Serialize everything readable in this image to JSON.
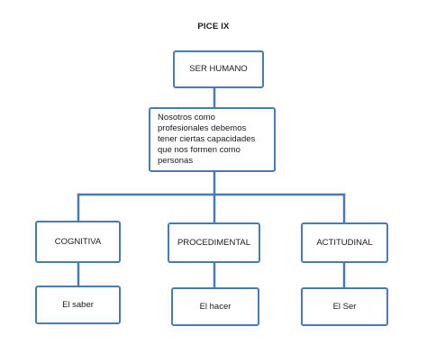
{
  "title": "PICE IX",
  "nodes": {
    "root": "SER HUMANO",
    "description": "Nosotros como profesionales debemos tener ciertas capacidades que nos formen como personas",
    "branches": [
      {
        "label": "COGNITIVA",
        "child": "El saber"
      },
      {
        "label": "PROCEDIMENTAL",
        "child": "El hacer"
      },
      {
        "label": "ACTITUDINAL",
        "child": "El Ser"
      }
    ]
  },
  "colors": {
    "line": "#4a7ab5",
    "border": "#4a7ab5"
  }
}
